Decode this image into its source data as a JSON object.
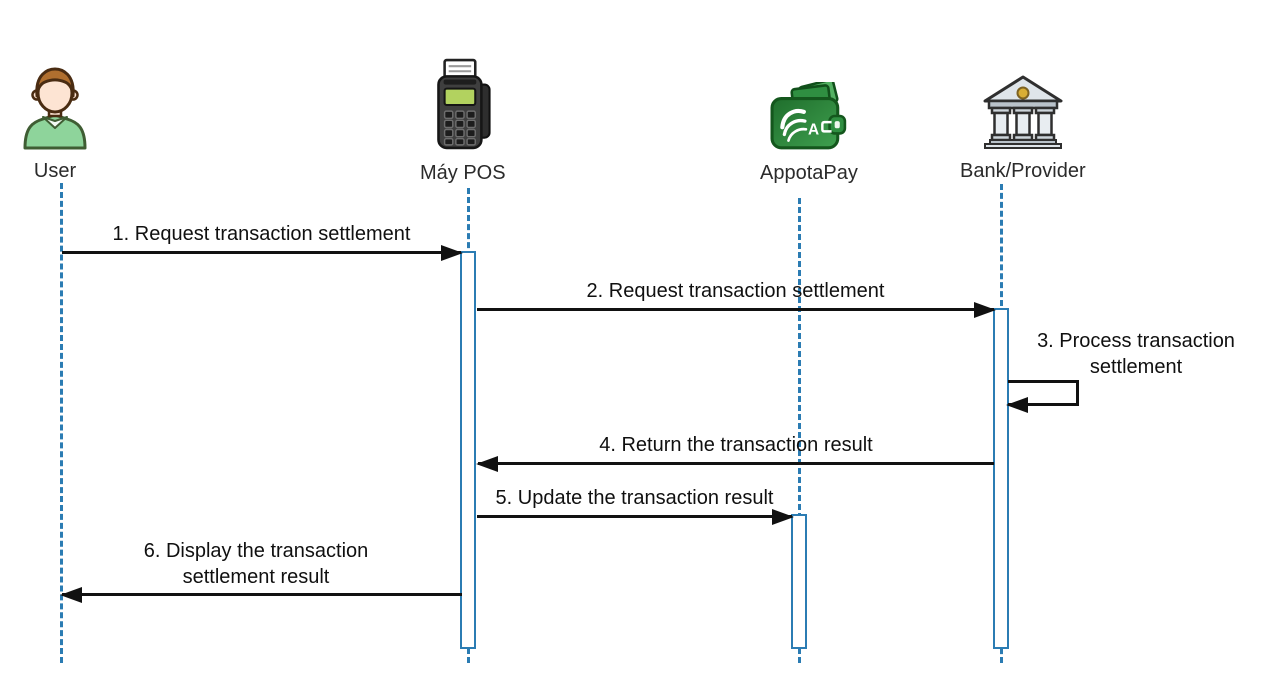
{
  "diagram": {
    "type": "sequence-diagram",
    "background_color": "#ffffff",
    "lifeline_color": "#2b7cb3",
    "message_color": "#111111",
    "actors": [
      {
        "label": "User",
        "icon": "person-icon"
      },
      {
        "label": "Máy POS",
        "icon": "pos-terminal-icon"
      },
      {
        "label": "AppotaPay",
        "icon": "wallet-icon"
      },
      {
        "label": "Bank/Provider",
        "icon": "bank-icon"
      }
    ],
    "messages": [
      {
        "label": "1. Request transaction settlement",
        "from": "User",
        "to": "Máy POS"
      },
      {
        "label": "2. Request transaction settlement",
        "from": "Máy POS",
        "to": "Bank/Provider"
      },
      {
        "label": "3. Process transaction settlement",
        "from": "Bank/Provider",
        "to": "Bank/Provider",
        "self_message": true
      },
      {
        "label": "4. Return the transaction result",
        "from": "Bank/Provider",
        "to": "Máy POS"
      },
      {
        "label": "5. Update the transaction result",
        "from": "Máy POS",
        "to": "AppotaPay"
      },
      {
        "label": "6. Display the transaction settlement result",
        "from": "Máy POS",
        "to": "User"
      }
    ]
  }
}
